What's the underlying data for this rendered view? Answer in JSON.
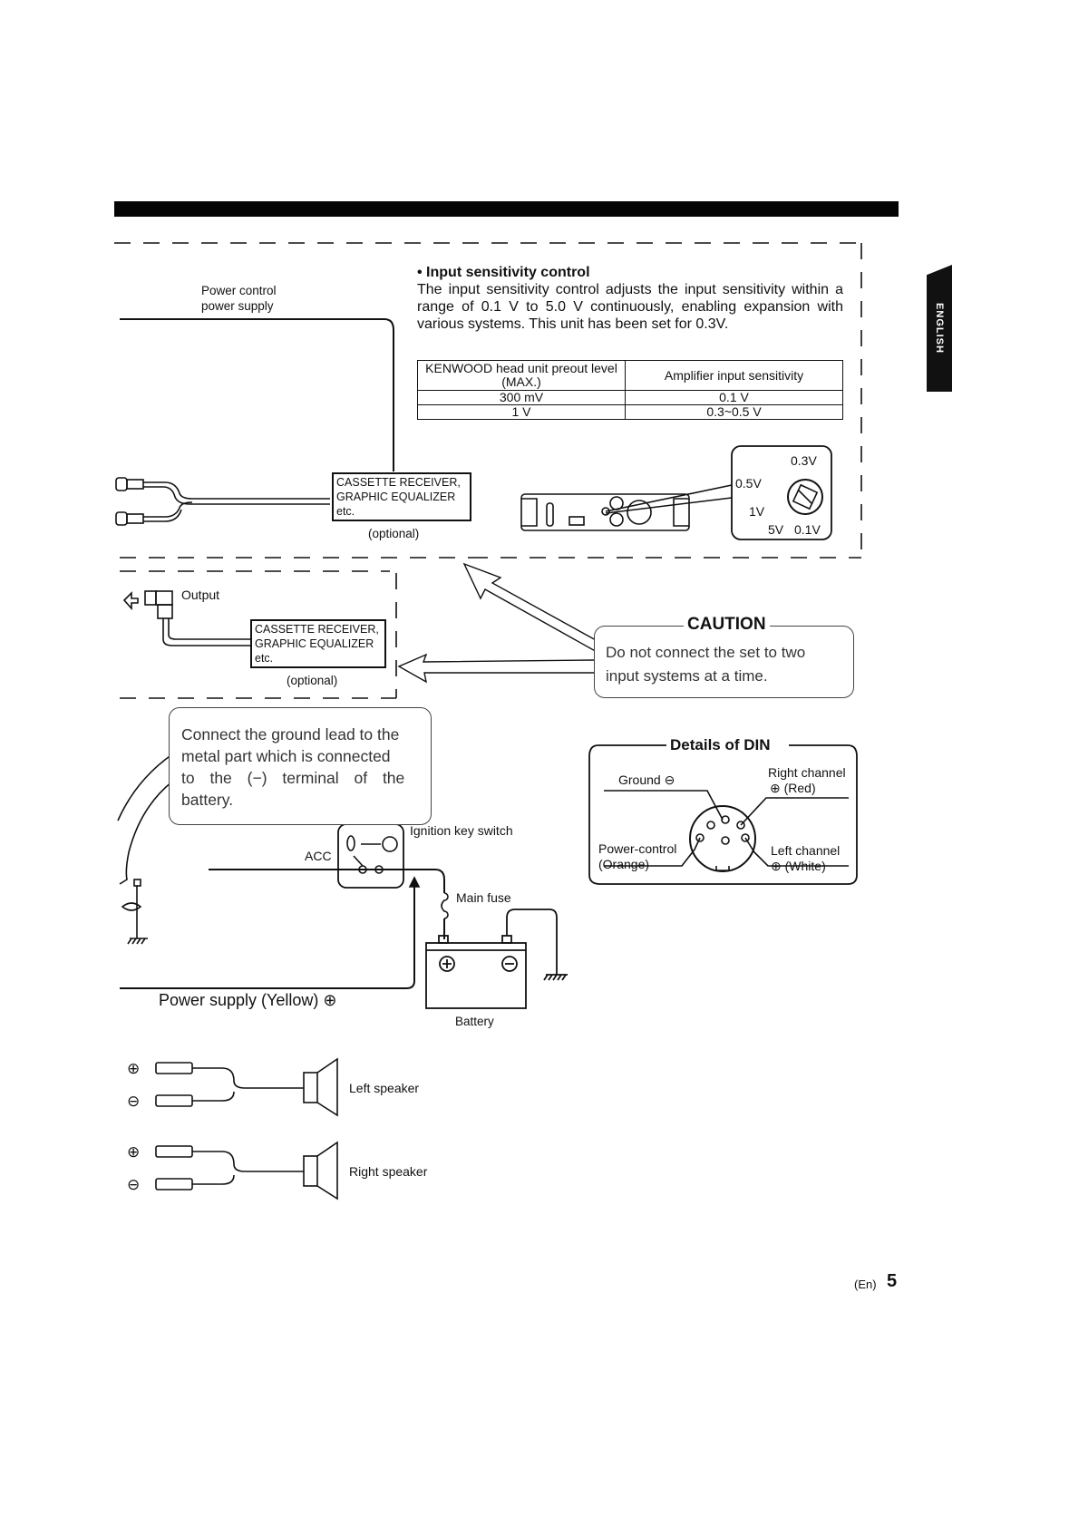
{
  "side_tab": {
    "label": "ENGLISH"
  },
  "input_sensitivity": {
    "heading": "• Input sensitivity control",
    "body": "The input sensitivity control adjusts the input sensitivity within a range of 0.1 V to 5.0 V continuously, enabling expansion with various systems. This unit has been set for 0.3V.",
    "table": {
      "headers": [
        "KENWOOD head unit preout level (MAX.)",
        "Amplifier input sensitivity"
      ],
      "rows": [
        [
          "300 mV",
          "0.1 V"
        ],
        [
          "1 V",
          "0.3~0.5 V"
        ]
      ]
    },
    "dial_labels": [
      "0.3V",
      "0.5V",
      "1V",
      "5V",
      "0.1V"
    ]
  },
  "top_diagram": {
    "power_control_label": "Power control\npower supply",
    "power_control_line1": "Power control",
    "power_control_line2": "power supply",
    "source_box": [
      "CASSETTE RECEIVER,",
      "GRAPHIC EQUALIZER",
      "etc."
    ],
    "optional_label": "(optional)"
  },
  "output_diagram": {
    "output_label": "Output",
    "source_box": [
      "CASSETTE RECEIVER,",
      "GRAPHIC EQUALIZER",
      "etc."
    ],
    "optional_label": "(optional)"
  },
  "caution": {
    "title": "CAUTION",
    "text_line1": "Do not connect the set to two",
    "text_line2": "input systems at a time."
  },
  "ground_note": {
    "lines": [
      "Connect the ground lead to the",
      "metal part which is connected",
      "to the (−) terminal of the",
      "battery."
    ]
  },
  "din": {
    "title": "Details of DIN",
    "ground": "Ground ⊖",
    "right_channel_1": "Right channel",
    "right_channel_2": "⊕ (Red)",
    "power_control_1": "Power-control",
    "power_control_2": "(Orange)",
    "left_channel_1": "Left channel",
    "left_channel_2": "⊕ (White)"
  },
  "power_diagram": {
    "ignition_label": "Ignition key switch",
    "acc_label": "ACC",
    "fuse_label": "Main fuse",
    "battery_label": "Battery",
    "battery_plus": "⊕",
    "battery_minus": "⊖",
    "power_supply_label": "Power supply (Yellow) ⊕"
  },
  "speakers": [
    {
      "label": "Left speaker",
      "plus": "⊕",
      "minus": "⊖"
    },
    {
      "label": "Right speaker",
      "plus": "⊕",
      "minus": "⊖"
    }
  ],
  "footer": {
    "lang": "(En)",
    "page": "5"
  }
}
